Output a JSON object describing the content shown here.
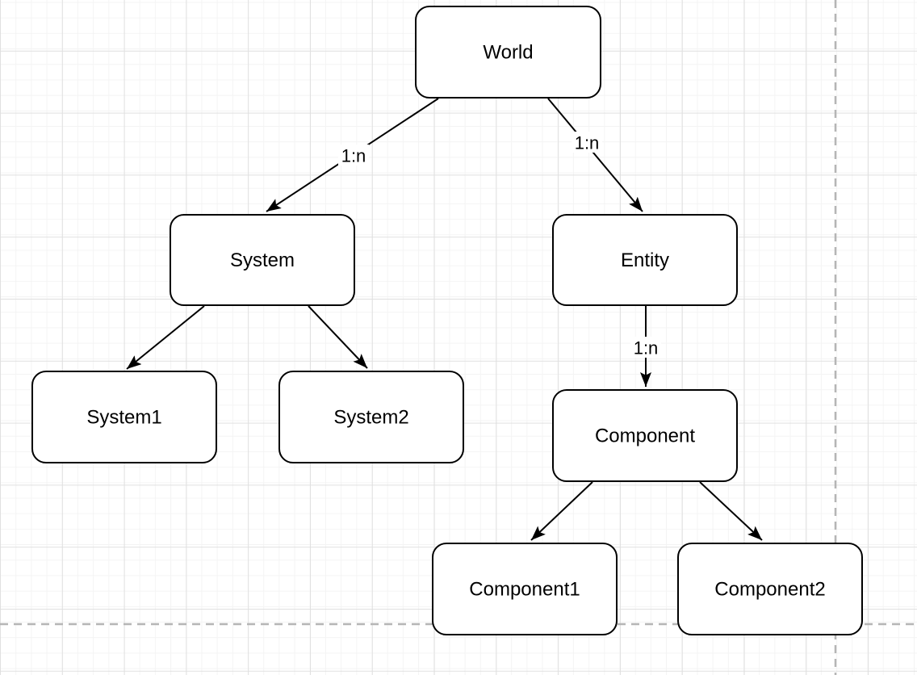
{
  "canvas": {
    "background_color": "#ffffff",
    "grid_minor_color": "#f4f4f4",
    "grid_major_color": "#e0e0e0",
    "page_guide_color": "#b5b5b5"
  },
  "diagram": {
    "node_style": {
      "fill": "#ffffff",
      "stroke": "#000000",
      "text_color": "#000000",
      "shape": "rounded-rectangle"
    },
    "nodes": [
      {
        "id": "world",
        "label": "World"
      },
      {
        "id": "system",
        "label": "System"
      },
      {
        "id": "entity",
        "label": "Entity"
      },
      {
        "id": "system1",
        "label": "System1"
      },
      {
        "id": "system2",
        "label": "System2"
      },
      {
        "id": "component",
        "label": "Component"
      },
      {
        "id": "component1",
        "label": "Component1"
      },
      {
        "id": "component2",
        "label": "Component2"
      }
    ],
    "edges": [
      {
        "from": "World",
        "to": "System",
        "label": "1:n"
      },
      {
        "from": "World",
        "to": "Entity",
        "label": "1:n"
      },
      {
        "from": "System",
        "to": "System1"
      },
      {
        "from": "System",
        "to": "System2"
      },
      {
        "from": "Entity",
        "to": "Component",
        "label": "1:n"
      },
      {
        "from": "Component",
        "to": "Component1"
      },
      {
        "from": "Component",
        "to": "Component2"
      }
    ]
  }
}
